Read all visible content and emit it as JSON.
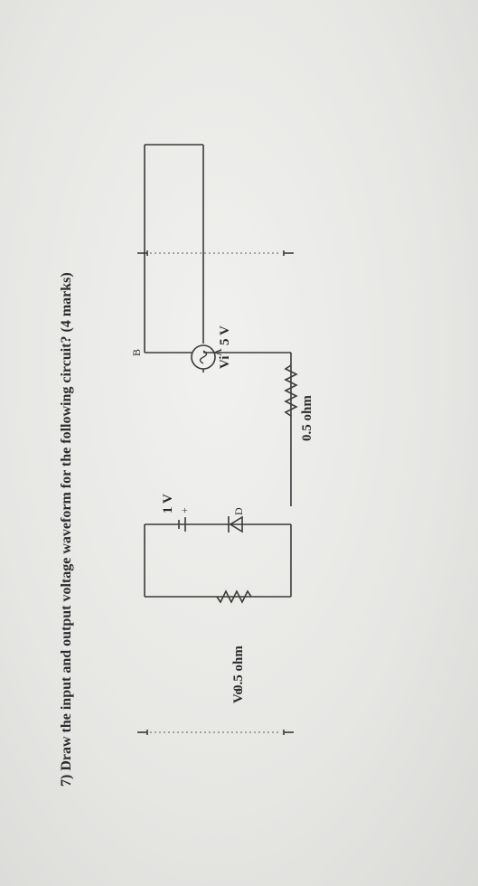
{
  "question": "7) Draw the input and output voltage waveform for the following circuit? (4 marks)",
  "labels": {
    "r_series": "0.5 ohm",
    "r_load": "0.5 ohm",
    "diode": "D",
    "source_voltage": "5 V",
    "vi": "Vi",
    "vo": "Vo",
    "battery": "1 V",
    "battery_plus": "+",
    "node_a": "A",
    "node_b": "B"
  }
}
